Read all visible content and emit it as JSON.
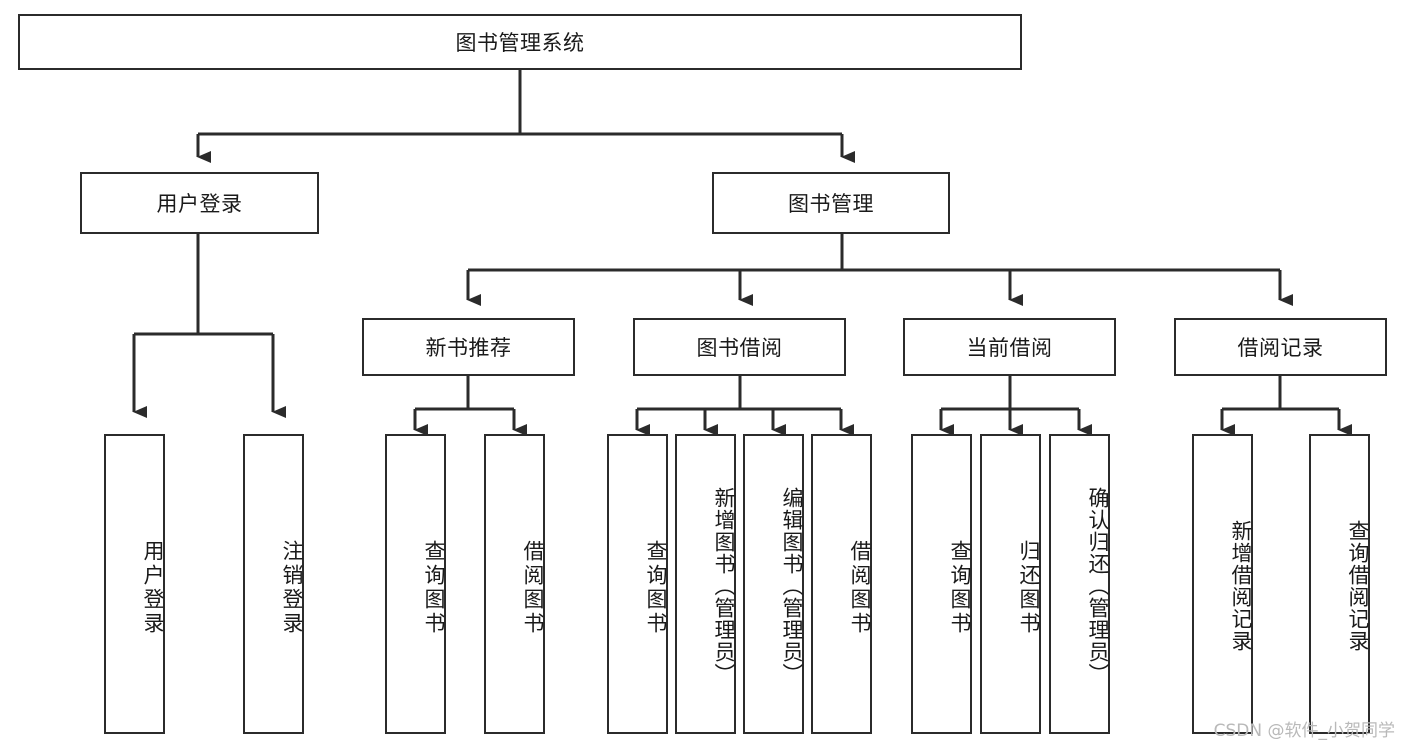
{
  "diagram": {
    "type": "tree-hierarchy",
    "title": "图书管理系统",
    "watermark": "CSDN @软件_小贺同学",
    "colors": {
      "box_border": "#2b2b2b",
      "box_fill": "#ffffff",
      "connector": "#2b2b2b",
      "text": "#1a1a1a",
      "watermark": "#b9b9b9"
    },
    "root": {
      "label": "图书管理系统"
    },
    "level2": [
      {
        "label": "用户登录"
      },
      {
        "label": "图书管理"
      }
    ],
    "level3": [
      {
        "label": "新书推荐"
      },
      {
        "label": "图书借阅"
      },
      {
        "label": "当前借阅"
      },
      {
        "label": "借阅记录"
      }
    ],
    "leaves": {
      "user_login": [
        {
          "label": "用户登录"
        },
        {
          "label": "注销登录"
        }
      ],
      "new_book_recommend": [
        {
          "label": "查询图书"
        },
        {
          "label": "借阅图书"
        }
      ],
      "book_borrow": [
        {
          "label": "查询图书"
        },
        {
          "label": "新增图书（管理员）"
        },
        {
          "label": "编辑图书（管理员）"
        },
        {
          "label": "借阅图书"
        }
      ],
      "current_borrow": [
        {
          "label": "查询图书"
        },
        {
          "label": "归还图书"
        },
        {
          "label": "确认归还（管理员）"
        }
      ],
      "borrow_records": [
        {
          "label": "新增借阅记录"
        },
        {
          "label": "查询借阅记录"
        }
      ]
    }
  }
}
